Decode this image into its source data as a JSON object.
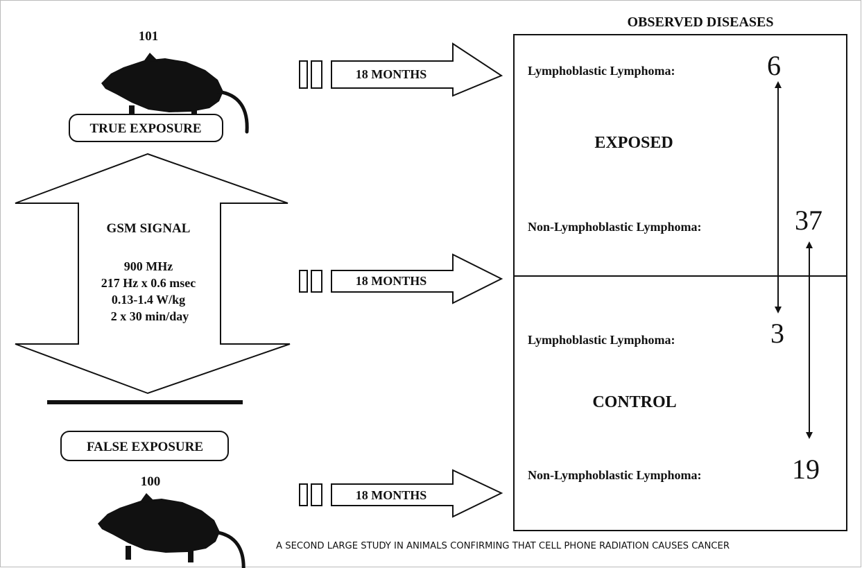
{
  "header": {
    "title": "OBSERVED DISEASES"
  },
  "exposed_group": {
    "count": "101",
    "label": "TRUE EXPOSURE",
    "duration": "18 MONTHS"
  },
  "false_group": {
    "count": "100",
    "label": "FALSE EXPOSURE",
    "duration": "18 MONTHS"
  },
  "middle_arrow": {
    "duration": "18 MONTHS"
  },
  "signal": {
    "title": "GSM SIGNAL",
    "lines": [
      "900 MHz",
      "217 Hz x 0.6 msec",
      "0.13-1.4 W/kg",
      "2 x 30 min/day"
    ]
  },
  "results": {
    "exposed": {
      "label": "EXPOSED",
      "lymphoblastic_label": "Lymphoblastic Lymphoma:",
      "lymphoblastic_value": "6",
      "non_lymphoblastic_label": "Non-Lymphoblastic Lymphoma:",
      "non_lymphoblastic_value": "37"
    },
    "control": {
      "label": "CONTROL",
      "lymphoblastic_label": "Lymphoblastic Lymphoma:",
      "lymphoblastic_value": "3",
      "non_lymphoblastic_label": "Non-Lymphoblastic Lymphoma:",
      "non_lymphoblastic_value": "19"
    }
  },
  "caption": "A SECOND LARGE STUDY IN ANIMALS CONFIRMING THAT CELL PHONE RADIATION CAUSES CANCER",
  "colors": {
    "ink": "#111111",
    "background": "#ffffff"
  }
}
